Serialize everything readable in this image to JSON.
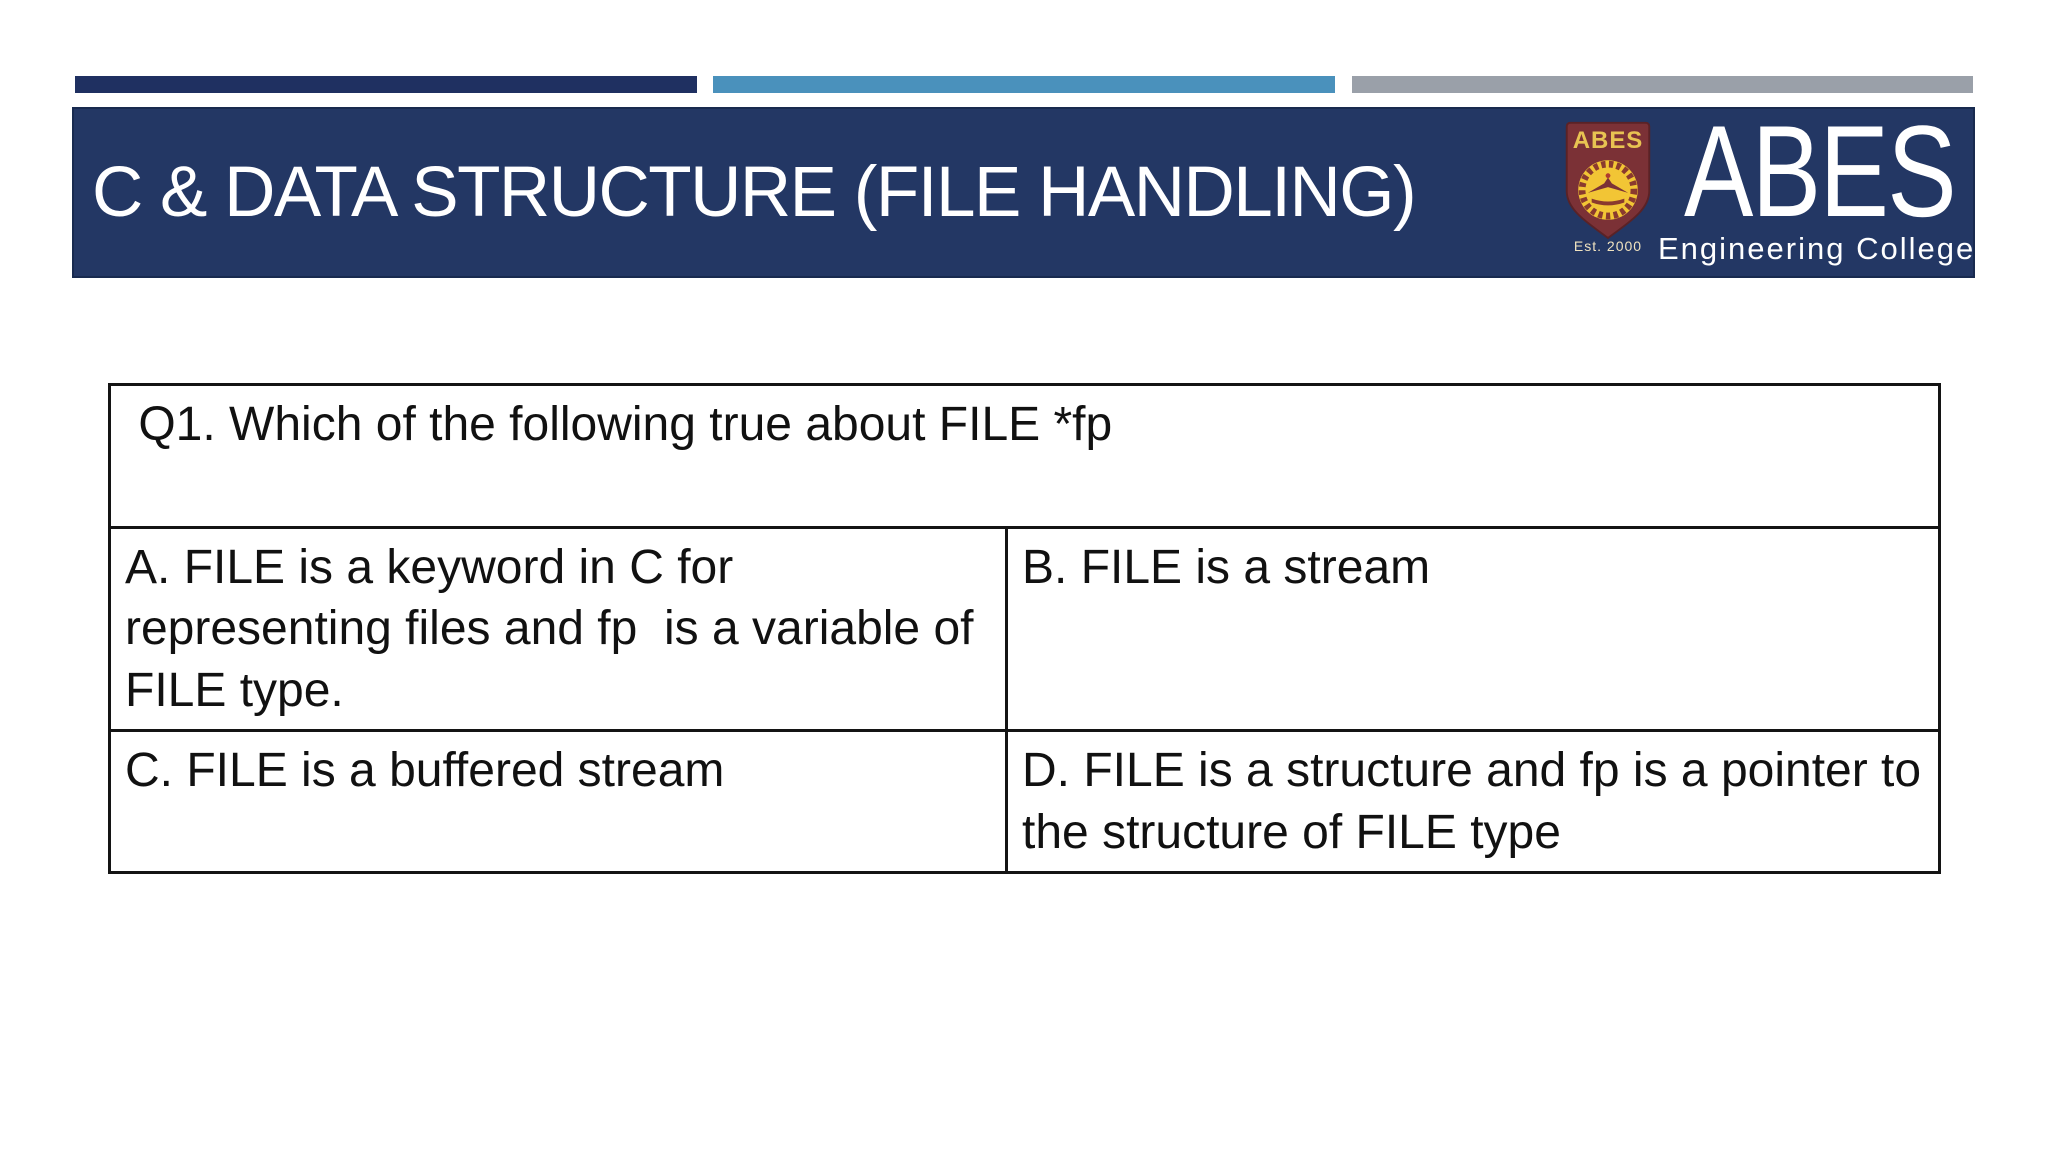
{
  "slide": {
    "title": "C & DATA STRUCTURE (FILE HANDLING)",
    "title_bar_color": "#233764",
    "accent_bars": [
      {
        "name": "navy",
        "color": "#1f3061"
      },
      {
        "name": "steel-blue",
        "color": "#4a91bc"
      },
      {
        "name": "gray",
        "color": "#9aa0a9"
      }
    ]
  },
  "logo": {
    "shield_text": "ABES",
    "est_text": "Est. 2000",
    "org_name": "ABES",
    "org_subtitle": "Engineering College",
    "shield_color": "#7b3136",
    "emblem_color": "#f2c535",
    "text_color": "#ffffff"
  },
  "quiz": {
    "question": " Q1. Which of the following true about FILE *fp",
    "options": [
      {
        "label": "A",
        "text": "A. FILE is a keyword in C for representing files and fp  is a variable of FILE type."
      },
      {
        "label": "B",
        "text": "B. FILE is a stream"
      },
      {
        "label": "C",
        "text": "C. FILE is a buffered stream"
      },
      {
        "label": "D",
        "text": "D. FILE is a structure and fp is a pointer to the structure of FILE type"
      }
    ]
  }
}
